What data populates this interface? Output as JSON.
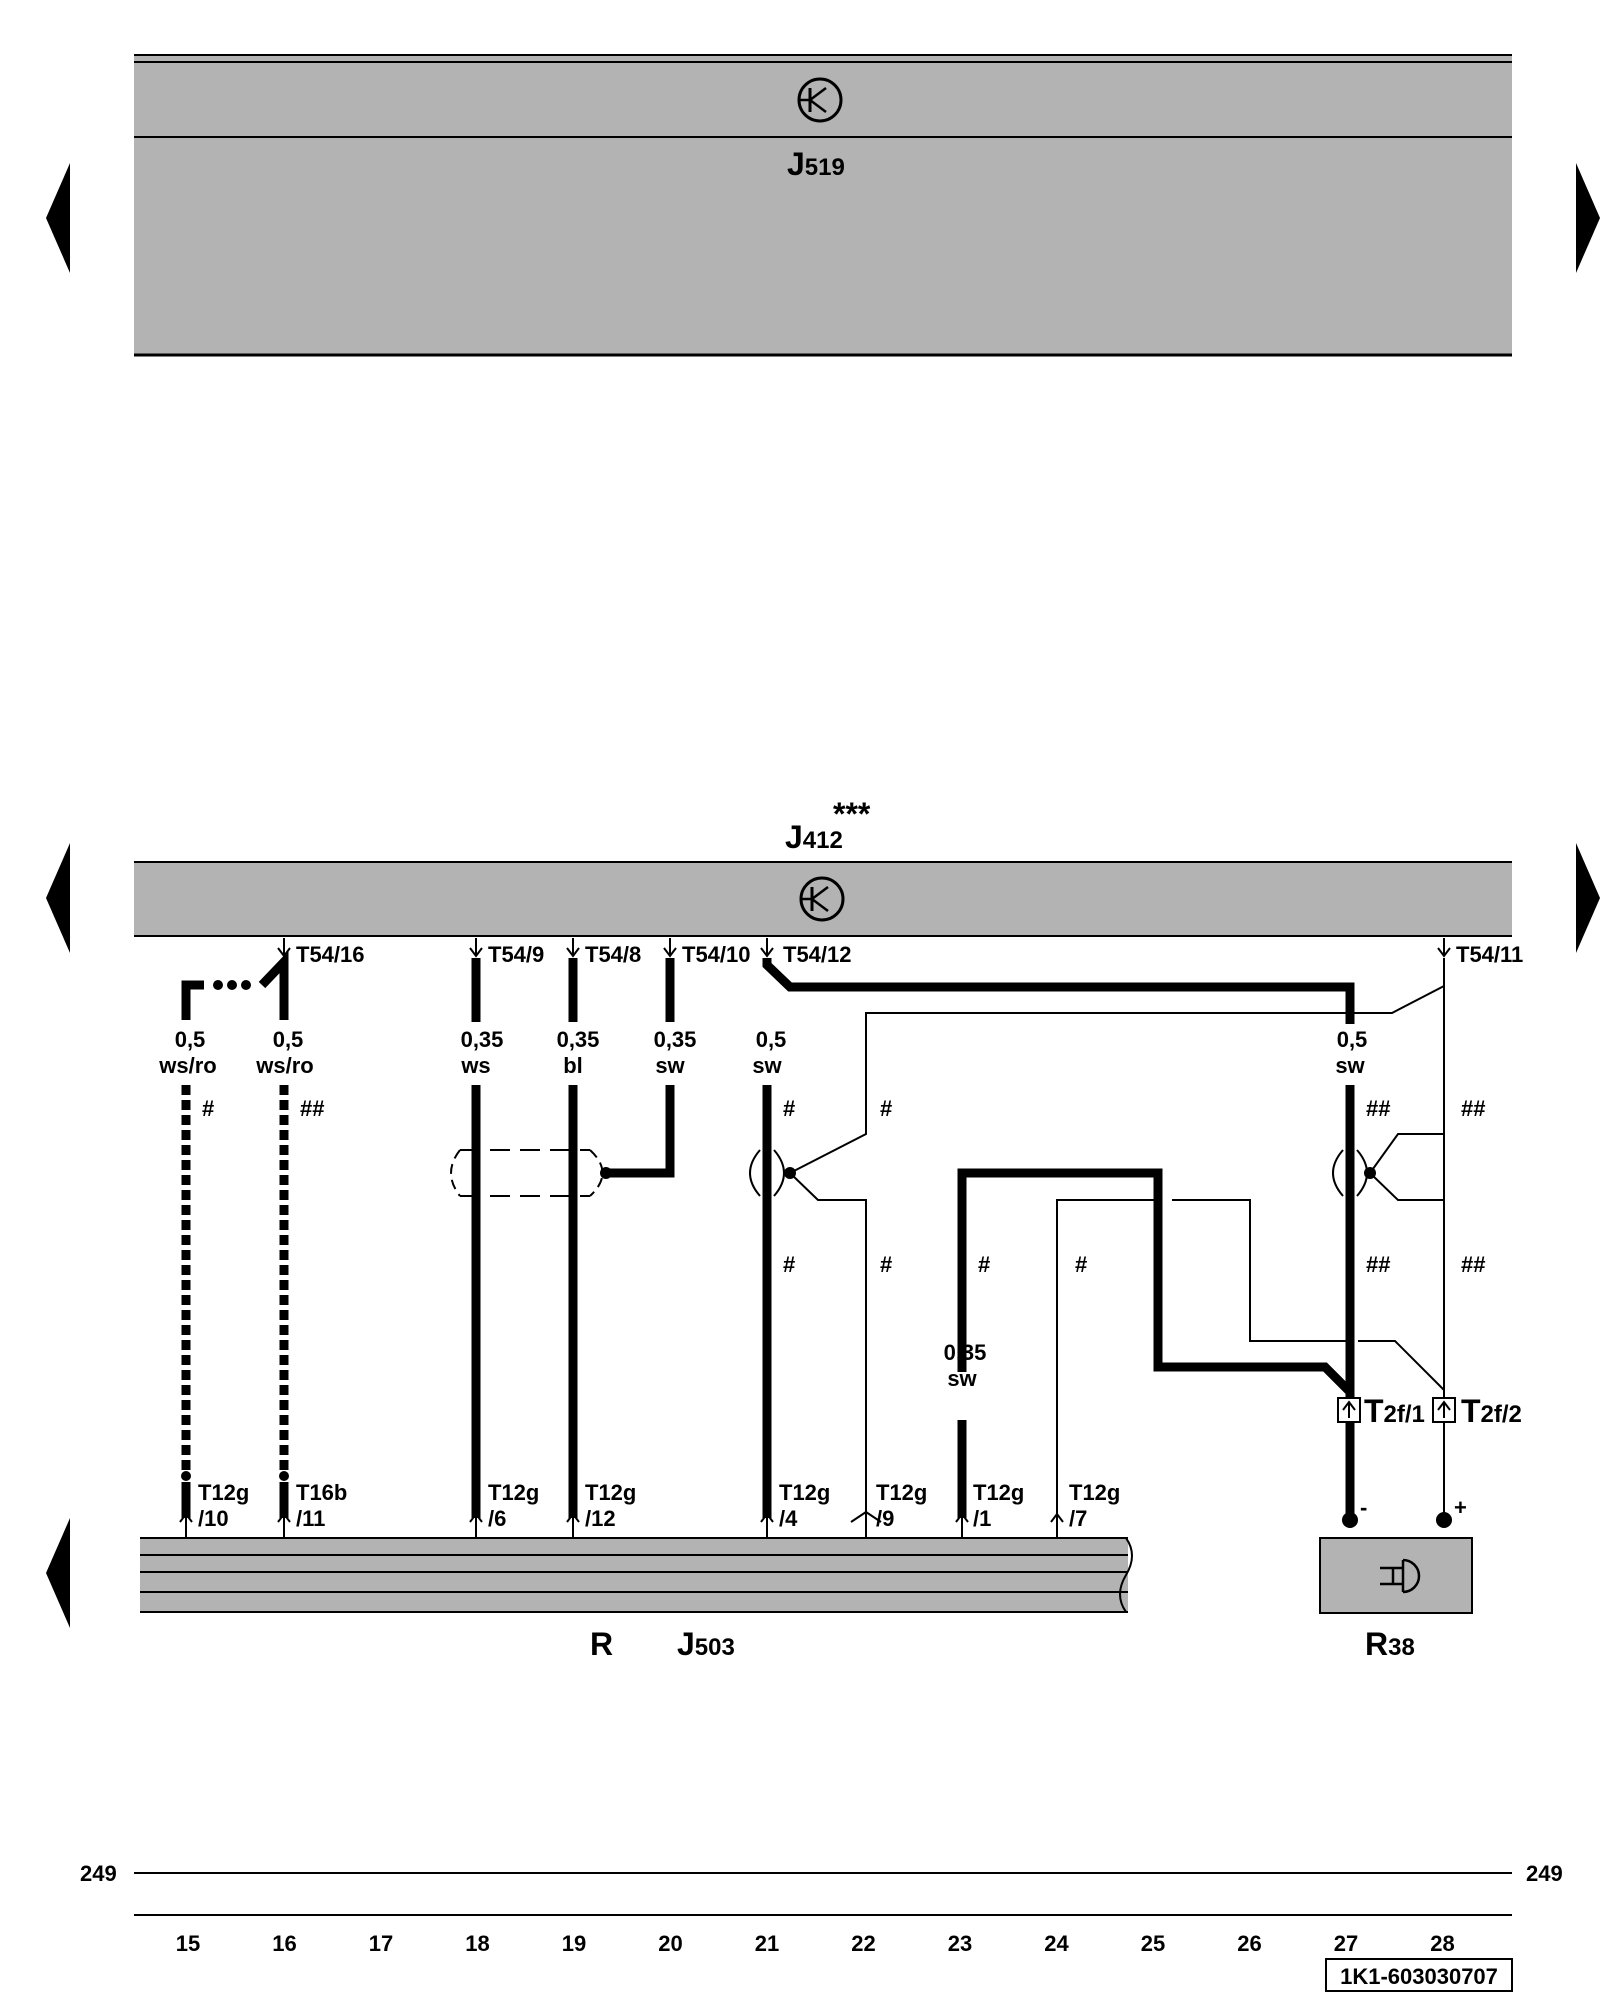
{
  "components": {
    "j519": {
      "letter": "J",
      "sub": "519"
    },
    "j412": {
      "letter": "J",
      "sub": "412",
      "sup": "***"
    },
    "r": {
      "letter": "R"
    },
    "j503": {
      "letter": "J",
      "sub": "503"
    },
    "r38": {
      "letter": "R",
      "sub": "38"
    }
  },
  "pins_top": {
    "p16": "T54/16",
    "p9": "T54/9",
    "p8": "T54/8",
    "p10": "T54/10",
    "p12": "T54/12",
    "p11": "T54/11"
  },
  "wires": {
    "w15": {
      "size": "0,5",
      "color": "ws/ro"
    },
    "w16": {
      "size": "0,5",
      "color": "ws/ro"
    },
    "w18": {
      "size": "0,35",
      "color": "ws"
    },
    "w19": {
      "size": "0,35",
      "color": "bl"
    },
    "w20": {
      "size": "0,35",
      "color": "sw"
    },
    "w21": {
      "size": "0,5",
      "color": "sw"
    },
    "w23": {
      "size": "0,35",
      "color": "sw"
    },
    "w27": {
      "size": "0,5",
      "color": "sw"
    }
  },
  "marks": {
    "single": "#",
    "double": "##"
  },
  "pins_bottom": {
    "b15": {
      "conn": "T12g",
      "pin": "/10"
    },
    "b16": {
      "conn": "T16b",
      "pin": "/11"
    },
    "b18": {
      "conn": "T12g",
      "pin": "/6"
    },
    "b19": {
      "conn": "T12g",
      "pin": "/12"
    },
    "b21": {
      "conn": "T12g",
      "pin": "/4"
    },
    "b22": {
      "conn": "T12g",
      "pin": "/9"
    },
    "b23": {
      "conn": "T12g",
      "pin": "/1"
    },
    "b24": {
      "conn": "T12g",
      "pin": "/7"
    }
  },
  "connectors": {
    "t2f1": {
      "main": "T",
      "sub": "2f/1"
    },
    "t2f2": {
      "main": "T",
      "sub": "2f/2"
    }
  },
  "polarity": {
    "minus": "-",
    "plus": "+"
  },
  "ref": {
    "left": "249",
    "right": "249"
  },
  "columns": [
    "15",
    "16",
    "17",
    "18",
    "19",
    "20",
    "21",
    "22",
    "23",
    "24",
    "25",
    "26",
    "27",
    "28"
  ],
  "diagram_id": "1K1-603030707",
  "colors": {
    "module_fill": "#b3b3b3",
    "wire": "#000000"
  }
}
